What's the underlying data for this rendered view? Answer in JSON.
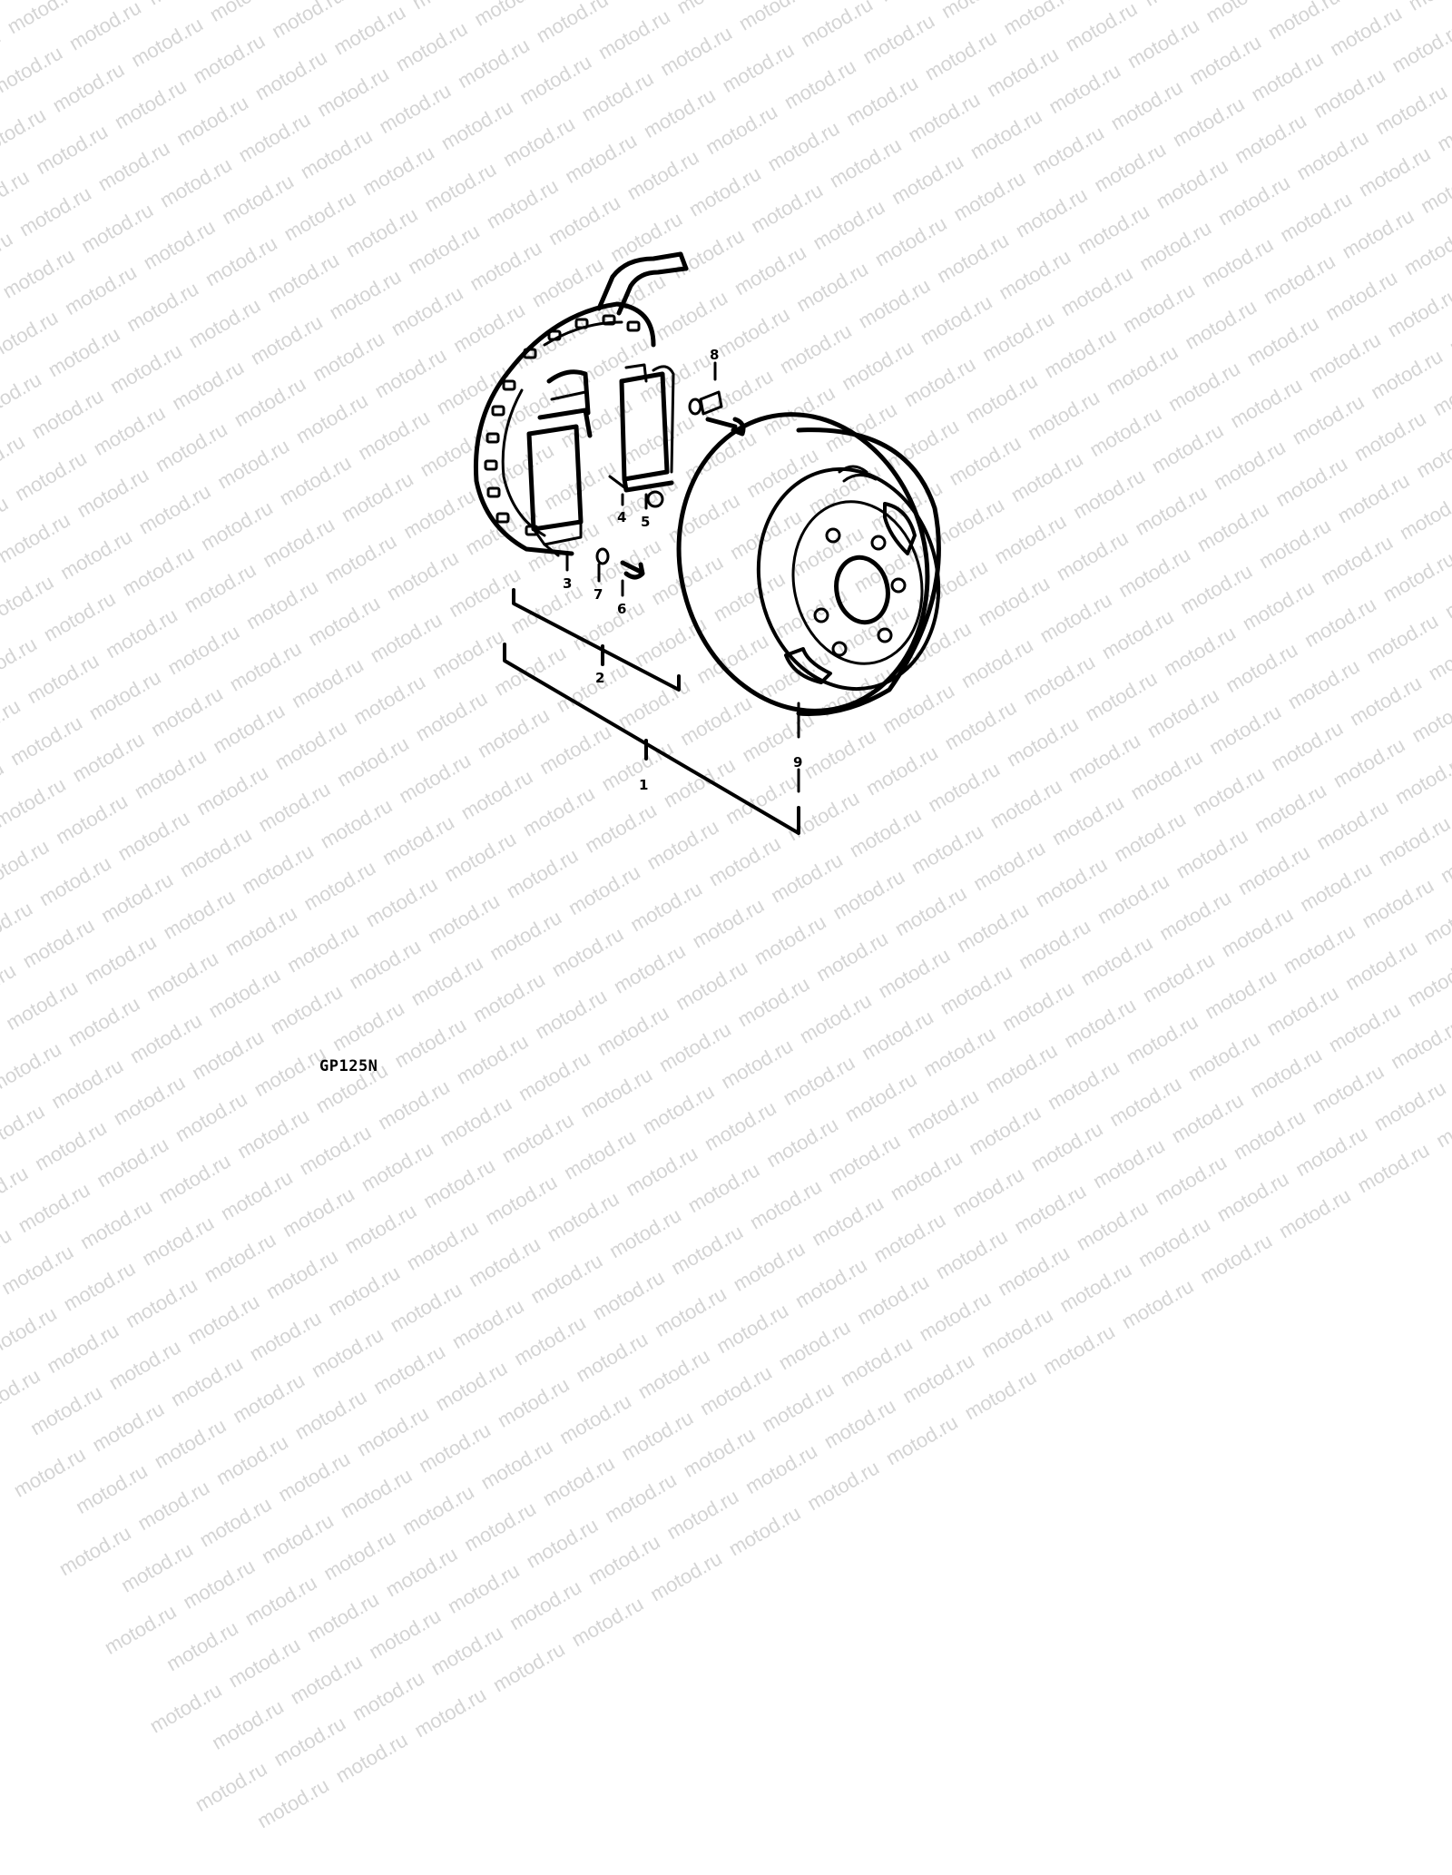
{
  "watermark": {
    "text": "motod.ru"
  },
  "callouts": {
    "assembly": "1",
    "stator": "2",
    "coil_left": "3",
    "coil_right_a": "4",
    "coil_right_b": "5",
    "screw_lower": "6",
    "washer_lower": "7",
    "screw_upper": "8",
    "flywheel": "9"
  },
  "footer": {
    "model_code": "GP125N"
  },
  "colors": {
    "ink": "#000000",
    "watermark": "#d4d4d4",
    "background": "#ffffff"
  }
}
